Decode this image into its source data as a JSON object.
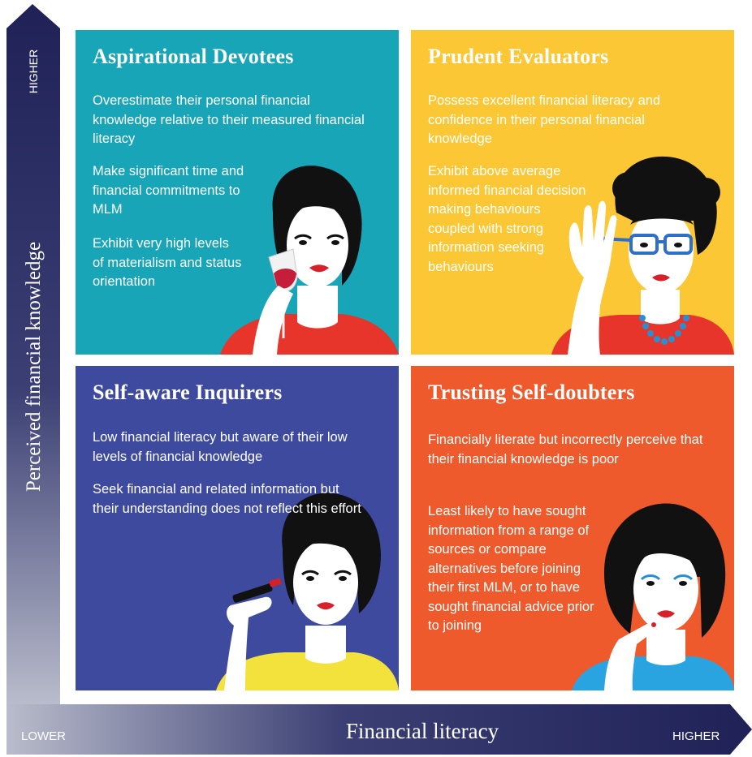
{
  "y_axis": {
    "title": "Perceived financial knowledge",
    "higher": "HIGHER"
  },
  "x_axis": {
    "title": "Financial literacy",
    "lower": "LOWER",
    "higher": "HIGHER"
  },
  "colors": {
    "axis": "#1f2157",
    "aspirational": "#17a5b7",
    "prudent": "#fbc734",
    "self_aware": "#3d4a9e",
    "trusting": "#ee5a2c"
  },
  "quadrants": {
    "aspirational": {
      "title": "Aspirational Devotees",
      "paragraphs": [
        "Overestimate their personal financial knowledge relative to their measured financial literacy",
        "Make significant time and financial commitments to MLM",
        "Exhibit very high levels of materialism and status orientation"
      ]
    },
    "prudent": {
      "title": "Prudent Evaluators",
      "paragraphs": [
        "Possess excellent financial literacy and confidence in their personal financial knowledge",
        "Exhibit above average informed financial decision making behaviours coupled with strong information seeking behaviours"
      ]
    },
    "self_aware": {
      "title": "Self-aware Inquirers",
      "paragraphs": [
        "Low financial literacy but aware of their low levels of financial knowledge",
        "Seek financial and related information but their understanding does not reflect this effort"
      ]
    },
    "trusting": {
      "title": "Trusting Self-doubters",
      "paragraphs": [
        "Financially literate but incorrectly perceive that their financial knowledge is poor",
        "Least likely to have sought information from a range of sources or compare alternatives before joining their first MLM, or to have sought financial advice prior to joining"
      ]
    }
  }
}
